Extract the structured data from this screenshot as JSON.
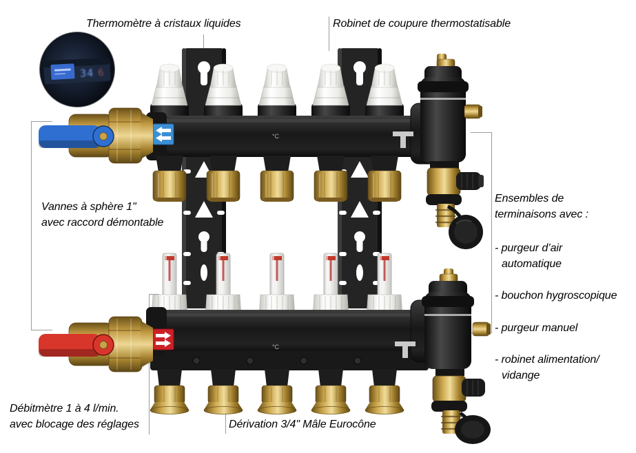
{
  "labels": {
    "thermometer": "Thermomètre à cristaux liquides",
    "shutoff_valve": "Robinet de coupure thermostatisable",
    "ball_valves": "Vannes à sphère 1\"\navec raccord démontable",
    "end_groups_title": "Ensembles de\nterminaisons avec :",
    "end_groups_items": [
      "- purgeur d’air\nautomatique",
      "- bouchon hygroscopique",
      "- purgeur manuel",
      "- robinet alimentation/\nvidange"
    ],
    "flow_meter": "Débitmètre 1 à 4 l/min.\navec blocage des réglages",
    "branch_outlet": "Dérivation 3/4\" Mâle Eurocône"
  },
  "markings": {
    "temp_unit_top": "°C",
    "temp_unit_bottom": "°C"
  },
  "inset": {
    "reading_primary": "34",
    "reading_secondary": "6"
  },
  "colors": {
    "supply_label_blue": "#3d8fd4",
    "return_label_red": "#cc2127",
    "lever_blue": "#2f6fd2",
    "lever_red": "#d8352b",
    "brass": "#c9a44a",
    "body_black": "#1d1d1d",
    "callout_line": "#9b9b9b",
    "background": "#ffffff"
  }
}
